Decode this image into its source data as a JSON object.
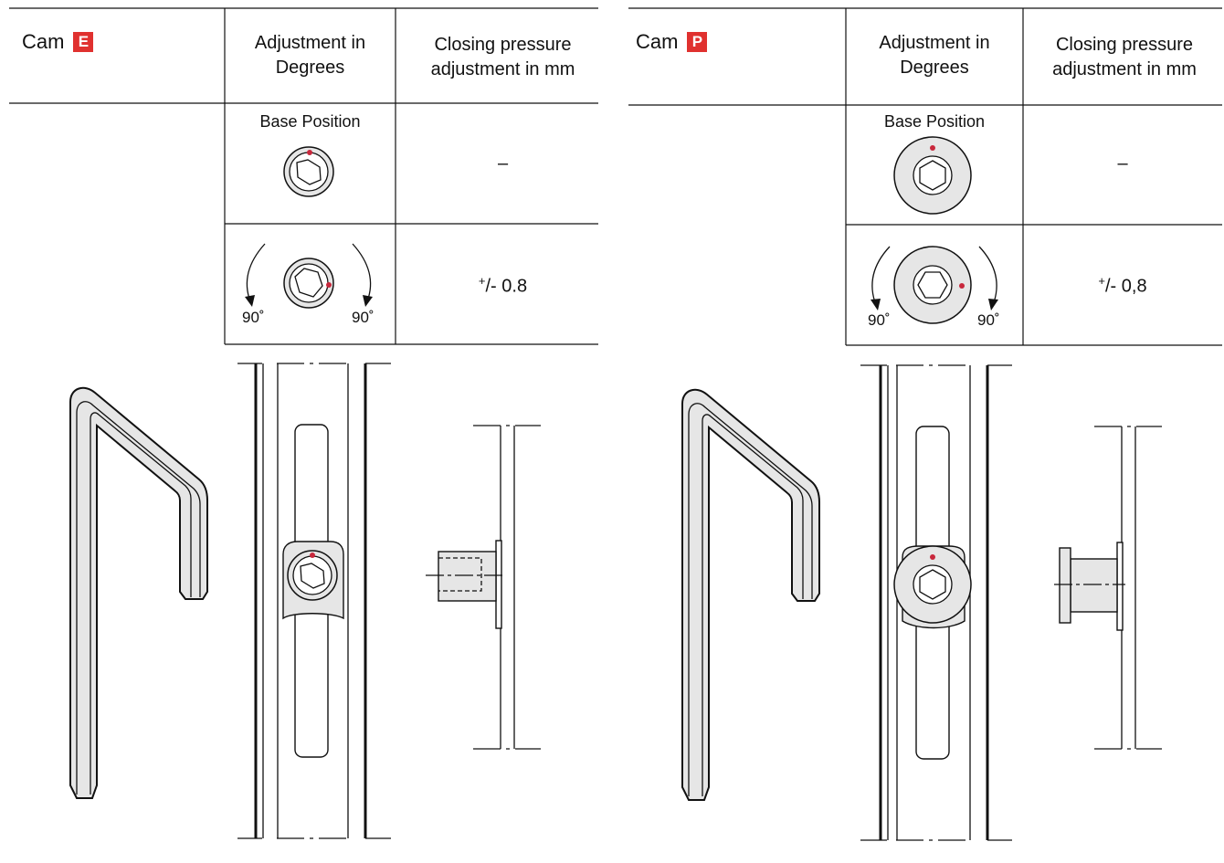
{
  "columns": {
    "adjustment_header": "Adjustment in Degrees",
    "pressure_header": "Closing pressure adjustment in mm"
  },
  "panels": [
    {
      "cam_prefix": "Cam",
      "cam_letter": "E",
      "base_position_label": "Base Position",
      "base_value": "–",
      "adjust_value_sup": "+",
      "adjust_value": "/- 0.8",
      "deg_left": "90˚",
      "deg_right": "90˚"
    },
    {
      "cam_prefix": "Cam",
      "cam_letter": "P",
      "base_position_label": "Base Position",
      "base_value": "–",
      "adjust_value_sup": "+",
      "adjust_value": "/- 0,8",
      "deg_left": "90˚",
      "deg_right": "90˚"
    }
  ],
  "colors": {
    "badge": "#e0312f",
    "marker_dot": "#c8283c",
    "part_fill": "#e6e6e6"
  }
}
